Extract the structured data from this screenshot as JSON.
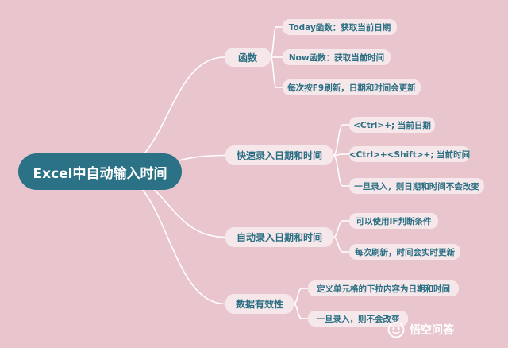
{
  "root": {
    "label": "Excel中自动输入时间"
  },
  "branches": [
    {
      "label": "函数",
      "leaves": [
        "Today函数：获取当前日期",
        "Now函数：获取当前时间",
        "每次按F9刷新，日期和时间会更新"
      ]
    },
    {
      "label": "快速录入日期和时间",
      "leaves": [
        "<Ctrl>+; 当前日期",
        "<Ctrl>+<Shift>+; 当前时间",
        "一旦录入，则日期和时间不会改变"
      ]
    },
    {
      "label": "自动录入日期和时间",
      "leaves": [
        "可以使用IF判断条件",
        "每次刷新，时间会实时更新"
      ]
    },
    {
      "label": "数据有效性",
      "leaves": [
        "定义单元格的下拉内容为日期和时间",
        "一旦录入，则不会改变"
      ]
    }
  ],
  "watermark": {
    "text": "悟空问答"
  },
  "colors": {
    "background": "#e9c6cd",
    "line": "#ffffff",
    "node_fill": "#f6e7ea",
    "node_text": "#2a6f83",
    "root_fill": "#2b7286",
    "root_text": "#ffffff"
  }
}
